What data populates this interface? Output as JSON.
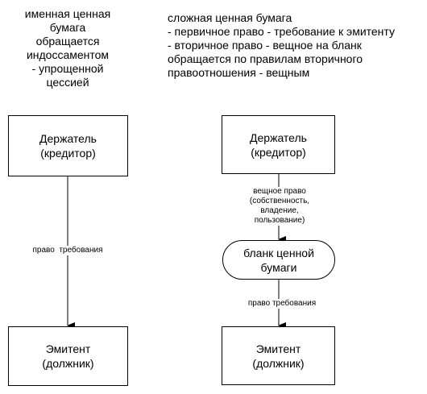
{
  "left_scheme": {
    "caption": "именная ценная\nбумага\nобращается\nиндоссаментом\n- упрощенной\nцессией",
    "holder": "Держатель\n(кредитор)",
    "issuer": "Эмитент\n(должник)",
    "arrow_label": "право  требования"
  },
  "right_scheme": {
    "caption": "сложная ценная бумага\n- первичное право - требование к эмитенту\n- вторичное право - вещное на бланк\nобращается по правилам вторичного\nправоотношения - вещным",
    "holder": "Держатель\n(кредитор)",
    "upper_arrow_label": "вещное право\n(собственность,\nвладение,\nпользование)",
    "blank": "бланк ценной\nбумаги",
    "lower_arrow_label": "право требования",
    "issuer": "Эмитент\n(должник)"
  }
}
